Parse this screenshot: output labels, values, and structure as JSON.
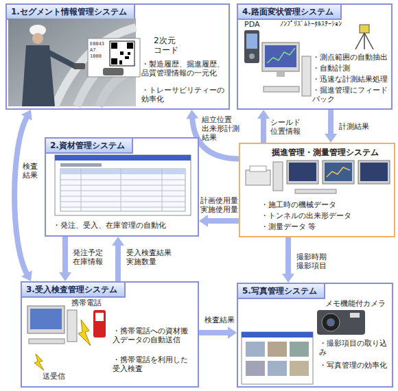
{
  "diagram": {
    "nodes": [
      {
        "text": [
          "1.セグメント情報管理システム",
          "・製造履歴、掘進履歴、品質管理情報の一元化",
          "・トレーサビリティーの効率化"
        ]
      },
      {
        "text": [
          "4.路面変状管理システム",
          "・測点範囲の自動抽出",
          "・自動計測",
          "・迅速な計測結果処理",
          "・掘進管理にフィードバック"
        ]
      },
      {
        "text": [
          "2.資材管理システム",
          "・発注、受入、在庫管理の自動化"
        ]
      },
      {
        "text": [
          "掘進管理・測量管理システム",
          "・施工時の機械データ",
          "・トンネルの出来形データ",
          "・測量データ 等"
        ]
      },
      {
        "text": [
          "3.受入検査管理システム",
          "・携帯電話への資材搬入データの自動送信",
          "・携帯電話を利用した受入検査"
        ]
      },
      {
        "text": [
          "5.写真管理システム",
          "・撮影項目の取り込み",
          "・写真管理の効率化"
        ]
      }
    ],
    "edges": [
      {
        "from": 3,
        "to": 0,
        "label": "組立位置 出来形計測 結果",
        "arrow": "to"
      },
      {
        "from": 3,
        "to": 1,
        "label": "シールド 位置情報",
        "arrow": "to"
      },
      {
        "from": 1,
        "to": 3,
        "label": "計測結果",
        "arrow": "to"
      },
      {
        "from": 3,
        "to": 2,
        "label": "計画使用量 実施使用量",
        "arrow": "to"
      },
      {
        "from": 3,
        "to": 5,
        "label": "撮影時期 撮影項目",
        "arrow": "to"
      },
      {
        "from": 0,
        "to": 4,
        "label": "検査結果",
        "arrow": "both"
      },
      {
        "from": 2,
        "to": 4,
        "label": "発注予定 在庫情報",
        "arrow": "to"
      },
      {
        "from": 4,
        "to": 2,
        "label": "受入検査結果 実施数量",
        "arrow": "to"
      },
      {
        "from": 4,
        "to": 5,
        "label": "検査結果",
        "arrow": "to"
      }
    ],
    "labels": [
      "2次元コード",
      "E0043 A7 1000",
      "PDA",
      "ﾉﾝﾌﾟﾘｽﾞﾑﾄｰﾀﾙｽﾃｰｼｮﾝ",
      "携帯電話",
      "送受信",
      "メモ機能付カメラ"
    ]
  }
}
